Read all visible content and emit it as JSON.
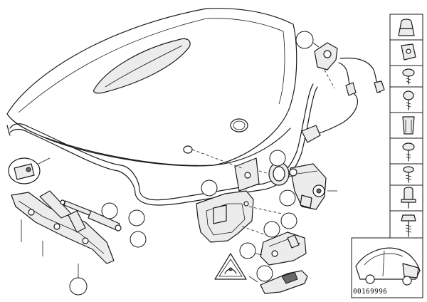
{
  "diagram": {
    "id_label": "00169996"
  },
  "callouts": [
    {
      "name": "callout-gas-strut",
      "label": ""
    },
    {
      "name": "callout-strut-bracket",
      "label": ""
    },
    {
      "name": "callout-hinge-bolt",
      "label": ""
    },
    {
      "name": "callout-hinge-assembly",
      "label": ""
    },
    {
      "name": "callout-grommet",
      "label": ""
    },
    {
      "name": "callout-lock-cylinder",
      "label": ""
    },
    {
      "name": "callout-trim-panel",
      "label": ""
    },
    {
      "name": "callout-latch-bracket",
      "label": ""
    },
    {
      "name": "callout-latch-actuator",
      "label": ""
    },
    {
      "name": "callout-warning-triangle",
      "label": ""
    },
    {
      "name": "callout-handle-grip",
      "label": ""
    },
    {
      "name": "callout-cover-cap",
      "label": ""
    }
  ],
  "hardware_column": [
    {
      "name": "plug-cap-icon"
    },
    {
      "name": "clip-plate-icon"
    },
    {
      "name": "oval-head-screw-icon"
    },
    {
      "name": "pan-head-screw-icon"
    },
    {
      "name": "expanding-nut-icon"
    },
    {
      "name": "flat-head-screw-icon"
    },
    {
      "name": "self-tapping-screw-icon"
    },
    {
      "name": "rivet-icon"
    },
    {
      "name": "hex-bolt-icon"
    }
  ]
}
